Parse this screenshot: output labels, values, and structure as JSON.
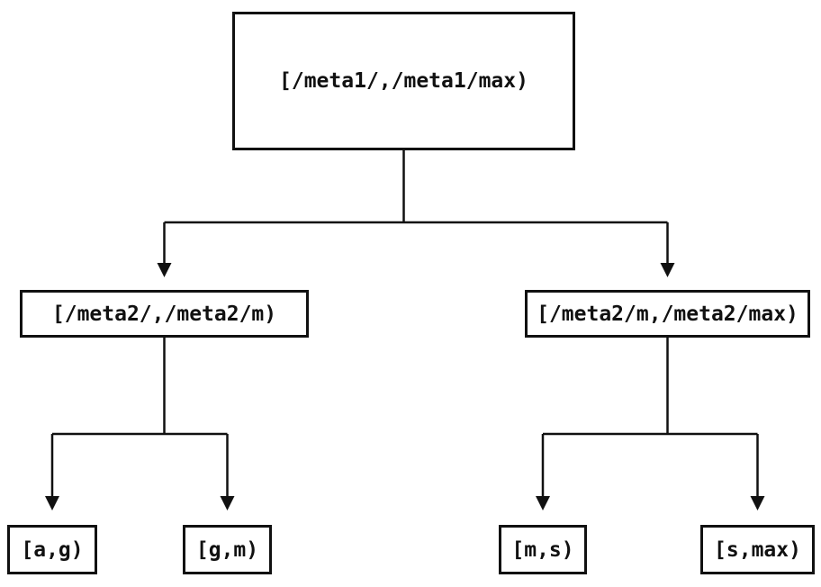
{
  "diagram": {
    "type": "tree",
    "background_color": "#ffffff",
    "ink_color": "#111111",
    "nodes": {
      "root": {
        "label": "[/meta1/,/meta1/max)"
      },
      "meta2_low": {
        "label": "[/meta2/,/meta2/m)"
      },
      "meta2_high": {
        "label": "[/meta2/m,/meta2/max)"
      },
      "leaf_ag": {
        "label": "[a,g)"
      },
      "leaf_gm": {
        "label": "[g,m)"
      },
      "leaf_ms": {
        "label": "[m,s)"
      },
      "leaf_smax": {
        "label": "[s,max)"
      }
    },
    "edges": [
      {
        "from": "root",
        "to": "meta2_low"
      },
      {
        "from": "root",
        "to": "meta2_high"
      },
      {
        "from": "meta2_low",
        "to": "leaf_ag"
      },
      {
        "from": "meta2_low",
        "to": "leaf_gm"
      },
      {
        "from": "meta2_high",
        "to": "leaf_ms"
      },
      {
        "from": "meta2_high",
        "to": "leaf_smax"
      }
    ]
  }
}
